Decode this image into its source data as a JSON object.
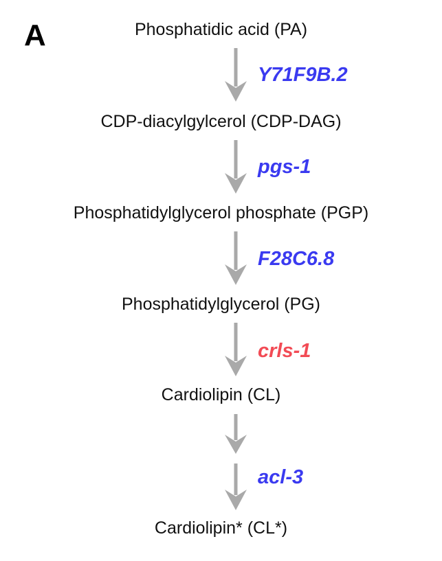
{
  "panel_label": "A",
  "colors": {
    "enzyme_default": "#3a3af0",
    "enzyme_highlight": "#f24b55",
    "arrow": "#a9a9a9",
    "text": "#111111"
  },
  "pathway": {
    "metabolites": [
      "Phosphatidic acid (PA)",
      "CDP-diacylgylcerol (CDP-DAG)",
      "Phosphatidylglycerol phosphate (PGP)",
      "Phosphatidylglycerol (PG)",
      "Cardiolipin (CL)",
      "Cardiolipin* (CL*)"
    ],
    "enzymes": [
      {
        "label": "Y71F9B.2",
        "highlight": false
      },
      {
        "label": "pgs-1",
        "highlight": false
      },
      {
        "label": "F28C6.8",
        "highlight": false
      },
      {
        "label": "crls-1",
        "highlight": true
      },
      {
        "label": "acl-3",
        "highlight": false
      }
    ]
  }
}
